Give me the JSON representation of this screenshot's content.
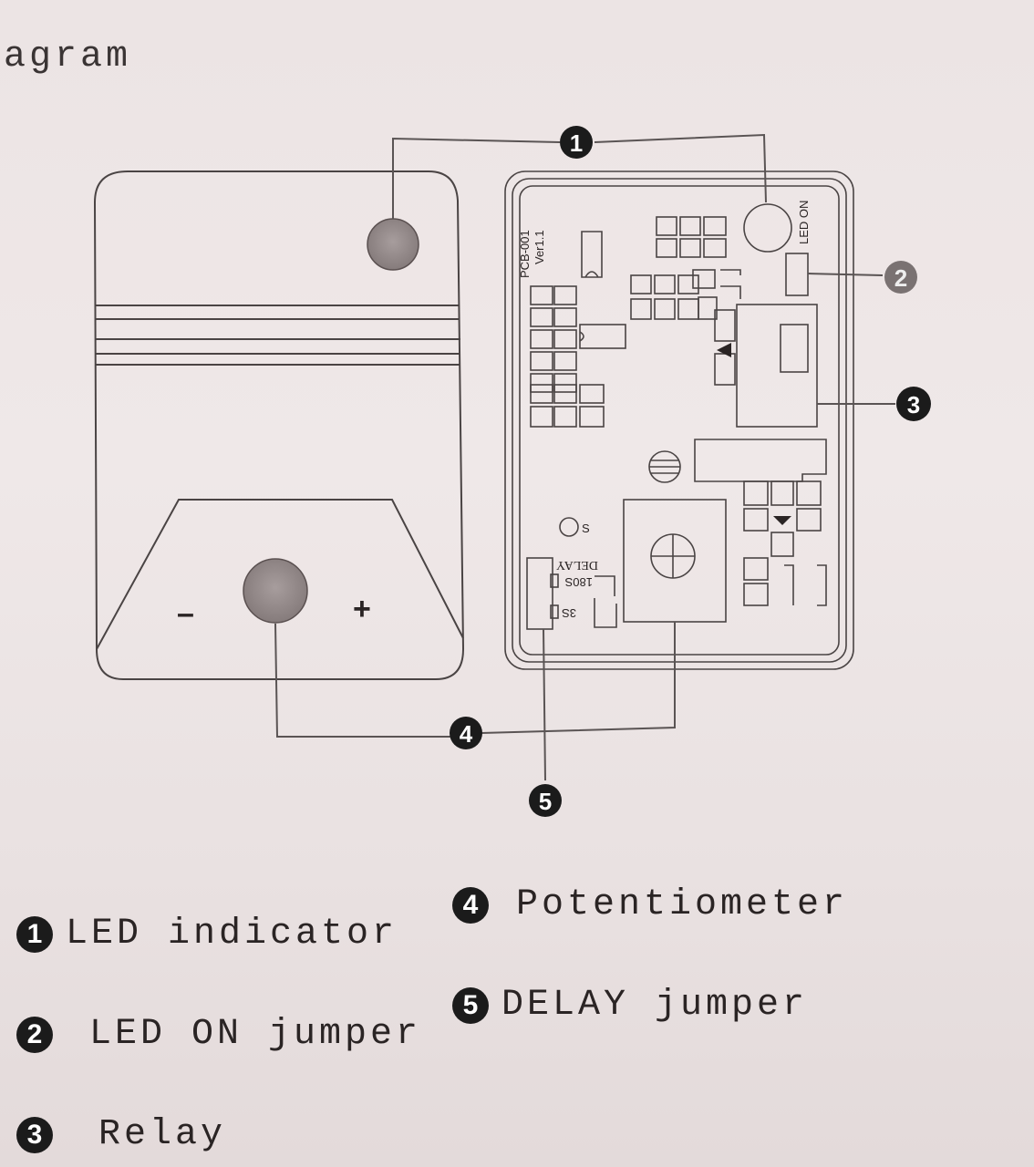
{
  "page": {
    "title_fragment": "agram"
  },
  "board": {
    "pcb_name": "PCB-001",
    "pcb_version": "Ver1.1",
    "led_on_label": "LED ON",
    "s_label": "S",
    "delay_label": "DELAY",
    "t180_label": "180S",
    "t3_label": "3S"
  },
  "sensor": {
    "minus_label": "–",
    "plus_label": "+"
  },
  "callouts": [
    "1",
    "2",
    "3",
    "4",
    "5"
  ],
  "legend": [
    {
      "num": "1",
      "label": "LED indicator"
    },
    {
      "num": "2",
      "label": "LED ON jumper"
    },
    {
      "num": "3",
      "label": "Relay"
    },
    {
      "num": "4",
      "label": "Potentiometer"
    },
    {
      "num": "5",
      "label": "DELAY jumper"
    }
  ],
  "colors": {
    "line": "#4a4444",
    "paper": "#ece4e4",
    "badge": "#1b1b1b",
    "lens": "#9a9090"
  }
}
